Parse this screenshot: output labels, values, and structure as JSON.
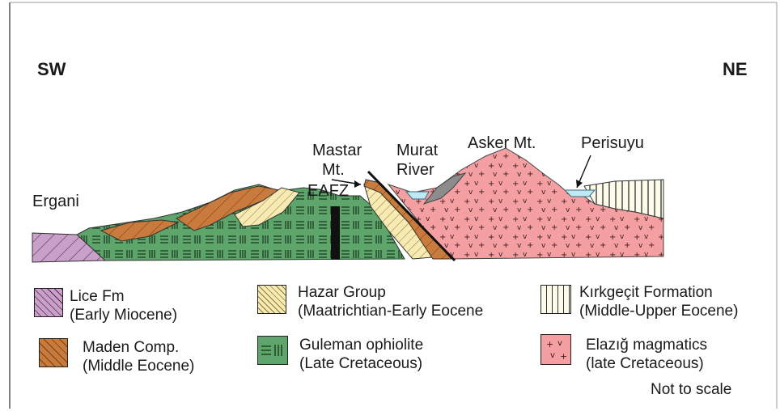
{
  "directions": {
    "left": "SW",
    "right": "NE"
  },
  "places": {
    "ergani": "Ergani",
    "mastar_line1": "Mastar",
    "mastar_line2": "Mt.",
    "eafz": "EAFZ",
    "murat_line1": "Murat",
    "murat_line2": "River",
    "asker": "Asker Mt.",
    "perisuyu": "Perisuyu"
  },
  "legend": [
    {
      "key": "lice",
      "name": "Lice Fm",
      "age": "(Early Miocene)",
      "color": "#c9a0c8"
    },
    {
      "key": "hazar",
      "name": "Hazar Group",
      "age": "(Maatrichtian-Early Eocene",
      "color": "#f7eab2"
    },
    {
      "key": "kirkgecit",
      "name": "Kırkgeçit Formation",
      "age": "(Middle-Upper Eocene)",
      "color": "#fcfbe9"
    },
    {
      "key": "maden",
      "name": "Maden Comp.",
      "age": "(Middle Eocene)",
      "color": "#c87b3c"
    },
    {
      "key": "guleman",
      "name": "Guleman ophiolite",
      "age": "(Late Cretaceous)",
      "color": "#5da56b"
    },
    {
      "key": "elazig",
      "name": "Elazığ magmatics",
      "age": "(late Cretaceous)",
      "color": "#f4a0a2"
    }
  ],
  "note": "Not to scale"
}
